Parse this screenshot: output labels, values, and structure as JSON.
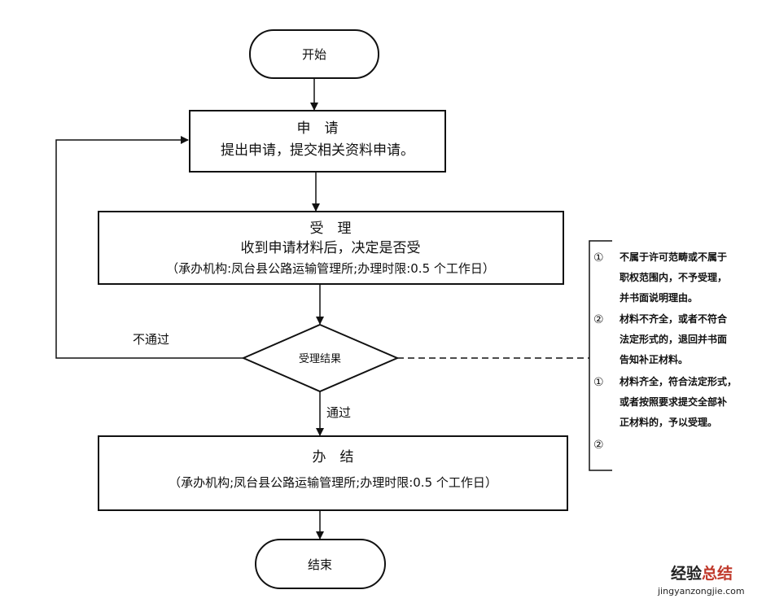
{
  "flowchart": {
    "start": {
      "label": "开始"
    },
    "apply": {
      "title": "申　请",
      "desc": "提出申请，提交相关资料申请。"
    },
    "accept": {
      "title": "受　理",
      "desc": "收到申请材料后，决定是否受",
      "note": "（承办机构:凤台县公路运输管理所;办理时限:0.5 个工作日）"
    },
    "decision": {
      "label": "受理结果"
    },
    "fail_label": "不通过",
    "pass_label": "通过",
    "handle": {
      "title": "办　结",
      "note": "（承办机构;凤台县公路运输管理所;办理时限:0.5 个工作日）"
    },
    "end": {
      "label": "结束"
    }
  },
  "notes": {
    "items": [
      {
        "marker": "①",
        "lines": [
          "不属于许可范畴或不属于",
          "职权范围内，不予受理，",
          "并书面说明理由。"
        ]
      },
      {
        "marker": "②",
        "lines": [
          "材料不齐全，或者不符合",
          "法定形式的，退回并书面",
          "告知补正材料。"
        ]
      },
      {
        "marker": "①",
        "lines": [
          "材料齐全，符合法定形式，",
          "或者按照要求提交全部补",
          "正材料的，予以受理。"
        ]
      },
      {
        "marker": "②",
        "lines": []
      }
    ]
  },
  "watermark": {
    "title_part1": "经验",
    "title_part2": "总结",
    "url": "jingyanzongjie.com"
  }
}
